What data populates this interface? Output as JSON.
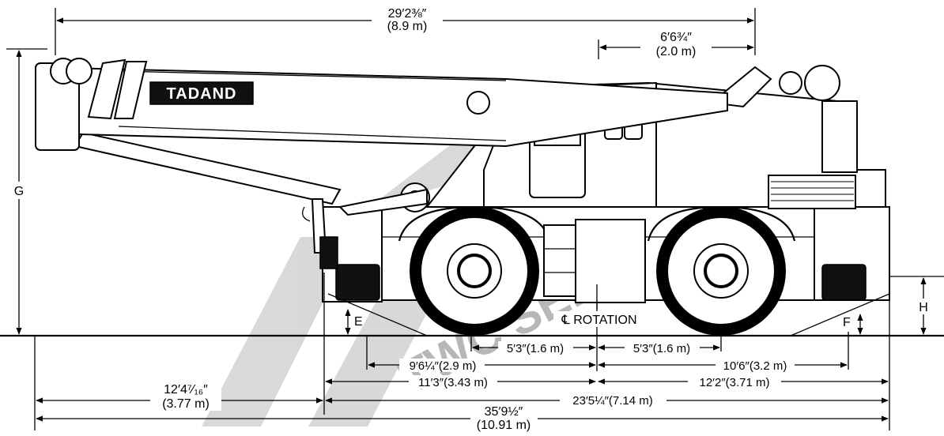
{
  "diagram": {
    "brand": "TADAND",
    "watermark": "TWC SERVICE",
    "labels": {
      "g": "G",
      "h": "H",
      "e": "E",
      "f": "F",
      "rotation": "℄ ROTATION"
    },
    "dimensions": {
      "boom_length": {
        "imperial": "29′2⅜″",
        "metric": "(8.9 m)"
      },
      "boom_tip": {
        "imperial": "6′6¾″",
        "metric": "(2.0 m)"
      },
      "half_wheelbase_front": "5′3″(1.6 m)",
      "half_wheelbase_rear": "5′3″(1.6 m)",
      "front_outrigger_center": "9′6¼″(2.9 m)",
      "rear_outrigger_center": "10′6″(3.2 m)",
      "front_overhang_center": "11′3″(3.43 m)",
      "rear_overhang_center": "12′2″(3.71 m)",
      "front_boom_overhang": {
        "imperial": "12′4⁷⁄₁₆″",
        "metric": "(3.77 m)"
      },
      "carrier_length": "23′5¼″(7.14 m)",
      "overall_length": {
        "imperial": "35′9½″",
        "metric": "(10.91 m)"
      }
    }
  }
}
